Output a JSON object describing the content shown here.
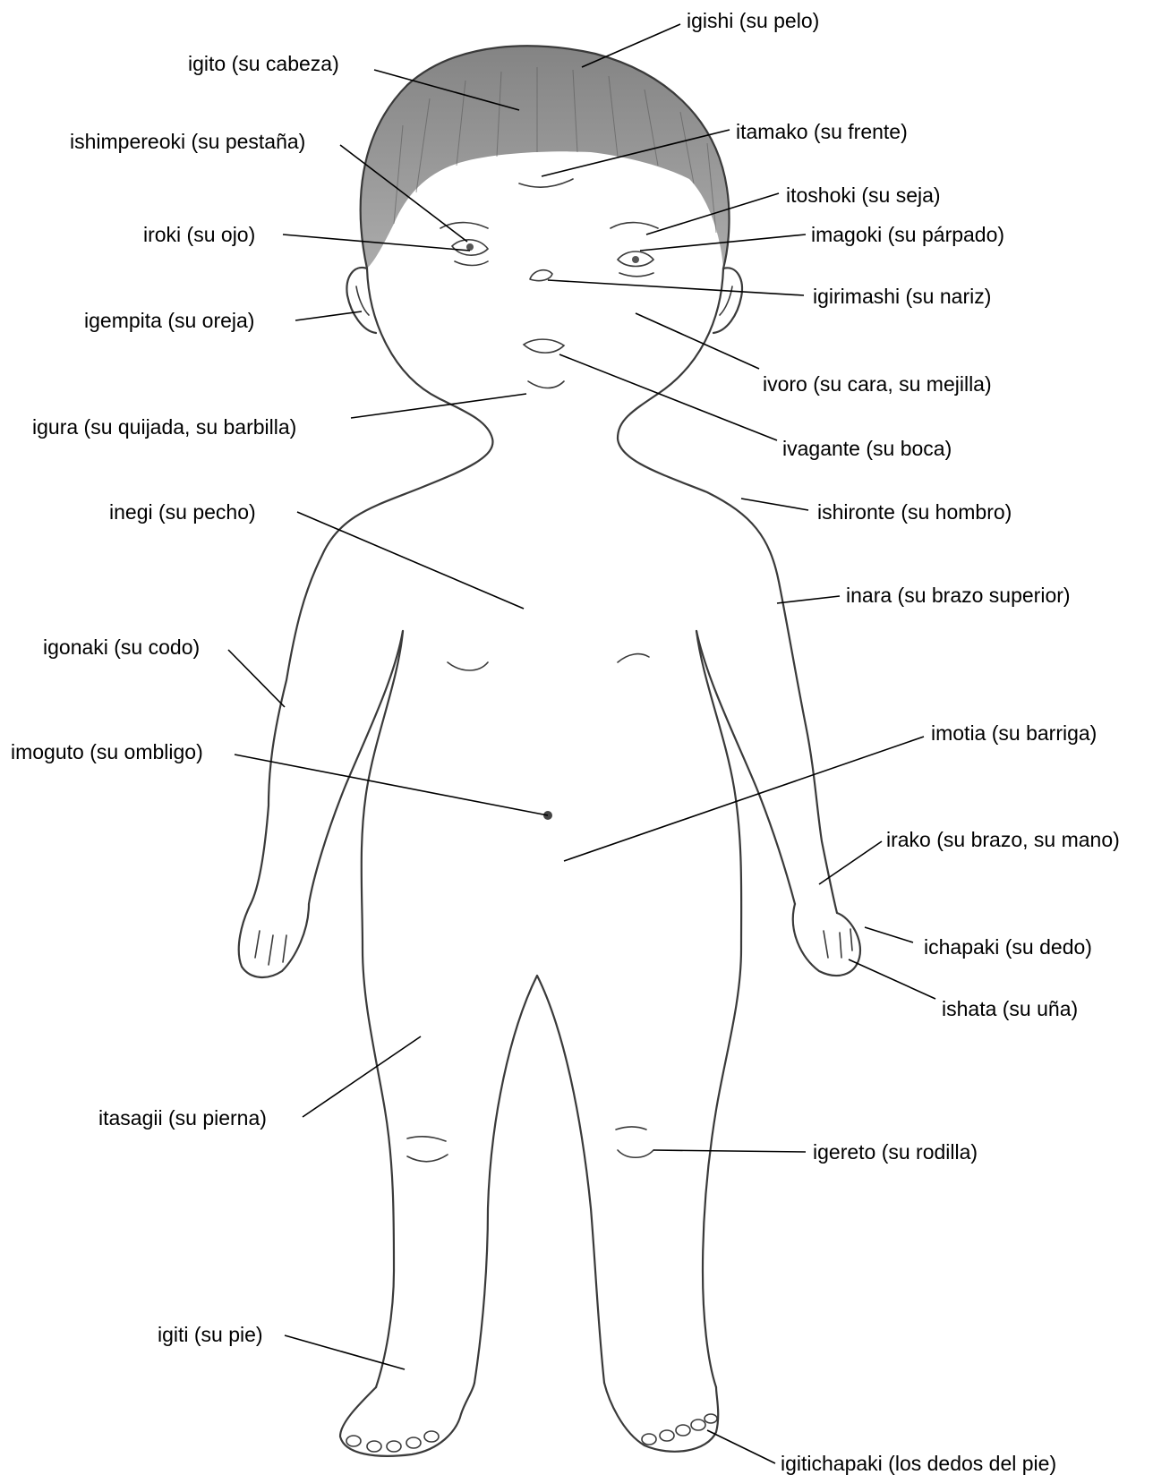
{
  "labels": {
    "igishi": "igishi (su pelo)",
    "igito": "igito (su cabeza)",
    "itamako": "itamako (su frente)",
    "ishimpereoki": "ishimpereoki (su pestaña)",
    "itoshoki": "itoshoki (su seja)",
    "iroki": "iroki (su ojo)",
    "imagoki": "imagoki (su párpado)",
    "igirimashi": "igirimashi (su nariz)",
    "igempita": "igempita (su oreja)",
    "ivoro": "ivoro (su cara, su mejilla)",
    "igura": "igura (su quijada, su barbilla)",
    "ivagante": "ivagante (su boca)",
    "ishironte": "ishironte (su hombro)",
    "inegi": "inegi (su pecho)",
    "inara": "inara (su brazo superior)",
    "igonaki": "igonaki (su codo)",
    "imotia": "imotia (su barriga)",
    "imoguto": "imoguto (su ombligo)",
    "irako": "irako (su brazo, su mano)",
    "ichapaki": "ichapaki (su dedo)",
    "ishata": "ishata (su uña)",
    "itasagii": "itasagii (su pierna)",
    "igereto": "igereto (su rodilla)",
    "igiti": "igiti (su pie)",
    "igitichapaki": "igitichapaki (los dedos del pie)"
  },
  "colors": {
    "text": "#000000",
    "drawing": "#3a3a3a",
    "hair": "#8a8a8a",
    "background": "#ffffff"
  }
}
